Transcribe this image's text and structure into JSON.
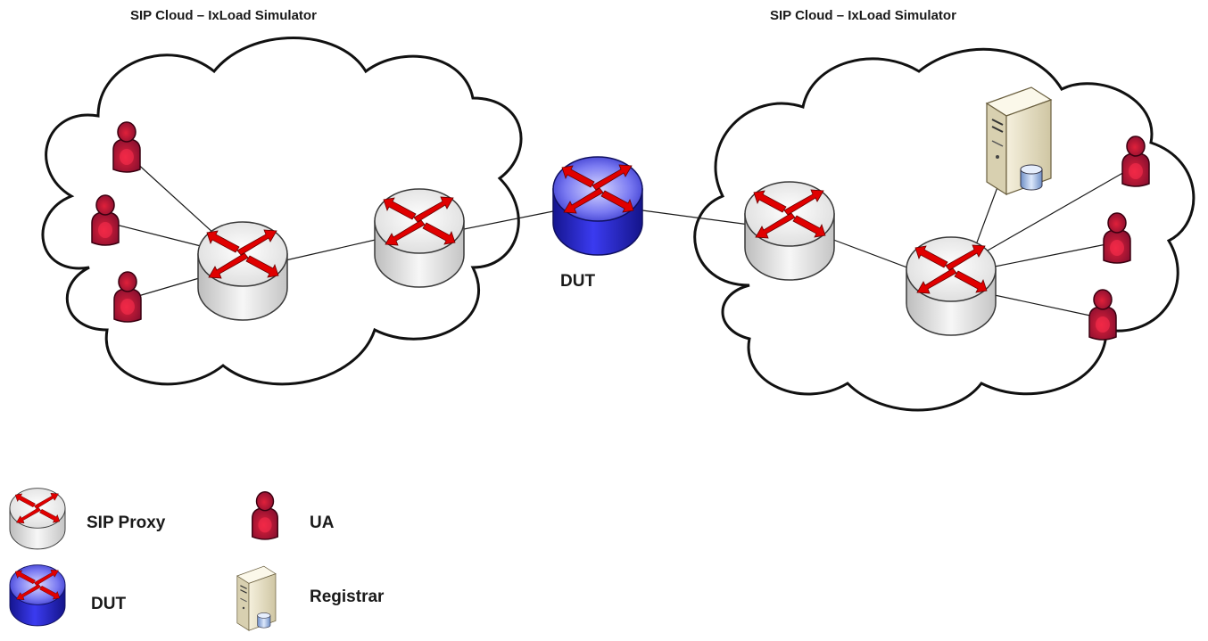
{
  "clouds": [
    {
      "title": "SIP Cloud – IxLoad Simulator"
    },
    {
      "title": "SIP Cloud – IxLoad Simulator"
    }
  ],
  "dut_label": "DUT",
  "legend": {
    "sip_proxy": "SIP Proxy",
    "ua": "UA",
    "dut": "DUT",
    "registrar": "Registrar"
  },
  "colors": {
    "proxy_body": "#e6e6e6",
    "dut_body": "#2a2ad0",
    "arrow_red": "#e00000",
    "ua_body": "#b01a3a",
    "link": "#1a1a1a"
  }
}
